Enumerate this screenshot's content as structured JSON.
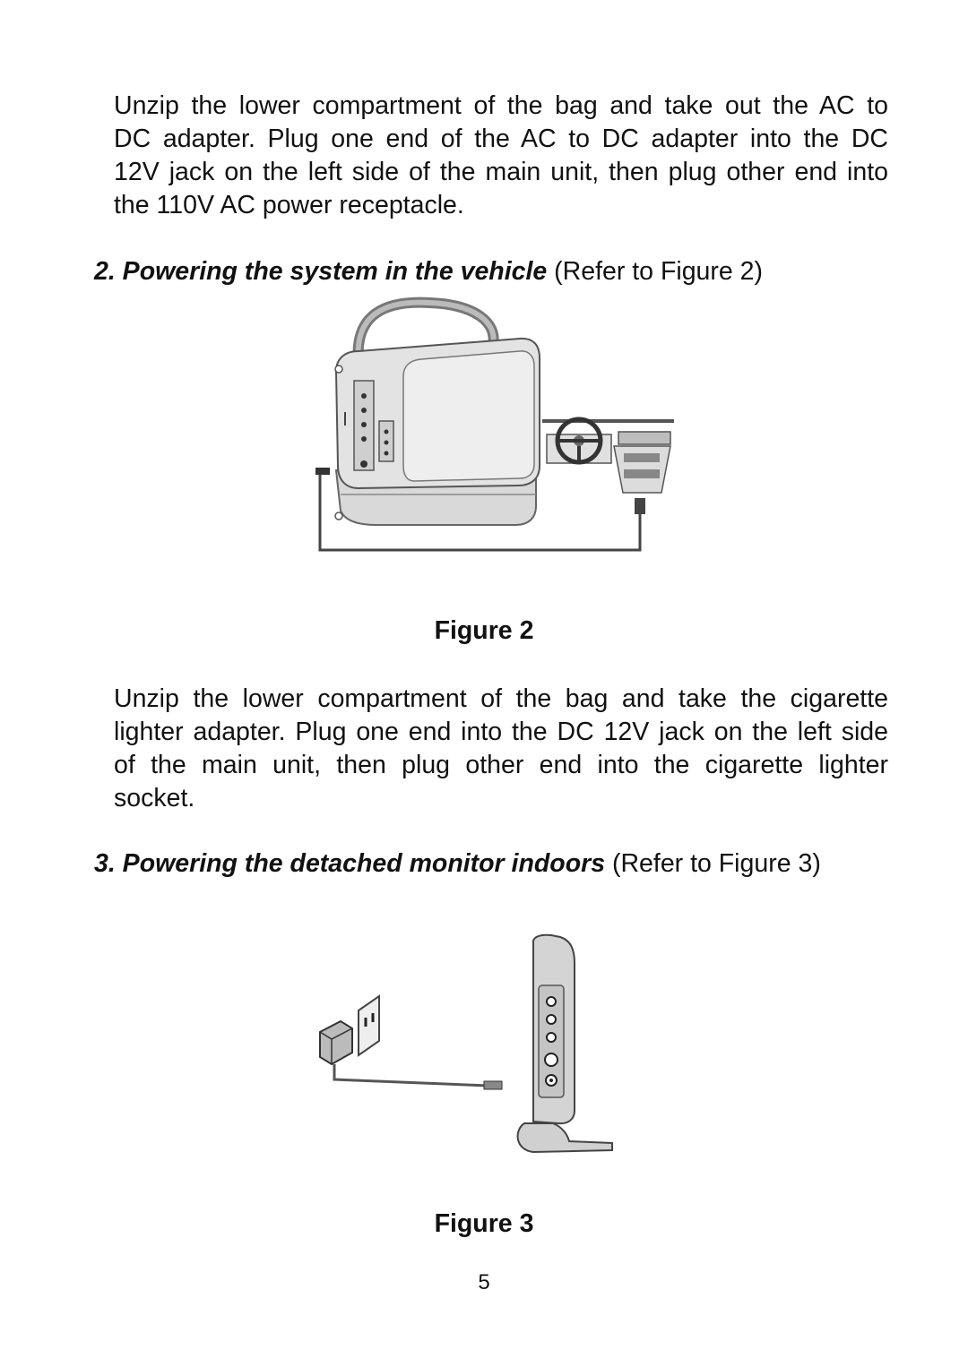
{
  "intro_paragraph": {
    "lines": [
      "Unzip the lower compartment of the bag and take out the AC to",
      "DC adapter. Plug one end of the AC to DC adapter into the DC",
      "12V jack on the  left side of the main unit, then plug other end into",
      "the 110V AC power receptacle."
    ]
  },
  "section2": {
    "number_title": "2. Powering the system in the vehicle",
    "refer": " (Refer to Figure 2)"
  },
  "figure2": {
    "caption": "Figure 2"
  },
  "vehicle_paragraph": {
    "lines": [
      "Unzip the lower compartment of the bag and take the cigarette",
      "lighter adapter. Plug one end into the DC 12V jack on the left side",
      "of the main unit, then plug other end into the cigarette lighter",
      "socket."
    ]
  },
  "section3": {
    "number_title": "3. Powering the detached monitor indoors",
    "refer": " (Refer to Figure 3)"
  },
  "figure3": {
    "caption": "Figure 3"
  },
  "page_number": "5"
}
